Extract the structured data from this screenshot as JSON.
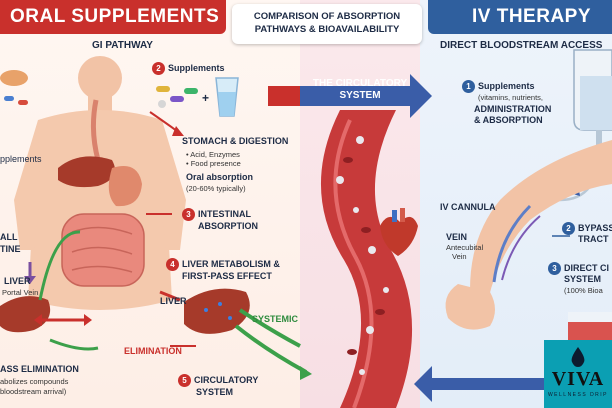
{
  "header": {
    "left": "ORAL SUPPLEMENTS",
    "right": "IV THERAPY",
    "title_line1": "COMPARISON OF ABSORPTION",
    "title_line2": "PATHWAYS & BIOAVAILABILITY"
  },
  "left": {
    "subtitle": "GI PATHWAY",
    "steps": [
      {
        "num": "2",
        "label": "Supplements"
      },
      {
        "num": "",
        "label": "STOMACH & DIGESTION"
      },
      {
        "num": "3",
        "label": "INTESTINAL"
      },
      {
        "num": "4",
        "label": "LIVER METABOLISM &"
      },
      {
        "num": "5",
        "label": "CIRCULATORY"
      }
    ],
    "stomach_bullets": [
      "• Acid, Enzymes",
      "• Food presence"
    ],
    "oral_absorption": "Oral absorption",
    "oral_range": "(20-60% typically)",
    "intestinal_line2": "ABSORPTION",
    "liver_line2": "FIRST-PASS EFFECT",
    "circ_line2": "SYSTEM",
    "liver_label": "LIVER",
    "systemic": "SYSTEMIC",
    "elimination": "ELIMINATION",
    "side_liver": "LIVER",
    "portal_vein": "Portal Vein",
    "side_supplements": "pplements",
    "small_intestine_1": "ALL",
    "small_intestine_2": "TINE",
    "pass_elim": "ASS ELIMINATION",
    "metab_1": "abolizes compounds",
    "metab_2": "bloodstream arrival)"
  },
  "middle": {
    "circ_line1": "THE CIRCULATORY",
    "circ_line2": "SYSTEM"
  },
  "right": {
    "subtitle": "DIRECT BLOODSTREAM ACCESS",
    "step1_num": "1",
    "step1_title": "Supplements",
    "step1_sub": "(vitamins, nutrients,",
    "step1_l3": "ADMINISTRATION",
    "step1_l4": "& ABSORPTION",
    "cannula": "IV CANNULA",
    "vein": "VEIN",
    "vein_sub1": "Antecubital",
    "vein_sub2": "Vein",
    "step2_num": "2",
    "step2_l1": "BYPASS",
    "step2_l2": "TRACT",
    "step3_num": "3",
    "step3_l1": "DIRECT CI",
    "step3_l2": "SYSTEM",
    "step3_l3": "(100% Bioa"
  },
  "logo": {
    "name": "VIVA",
    "sub": "WELLNESS DRIP"
  },
  "colors": {
    "red": "#c9302c",
    "blue": "#2f5f9e",
    "green": "#2e8b3d"
  }
}
